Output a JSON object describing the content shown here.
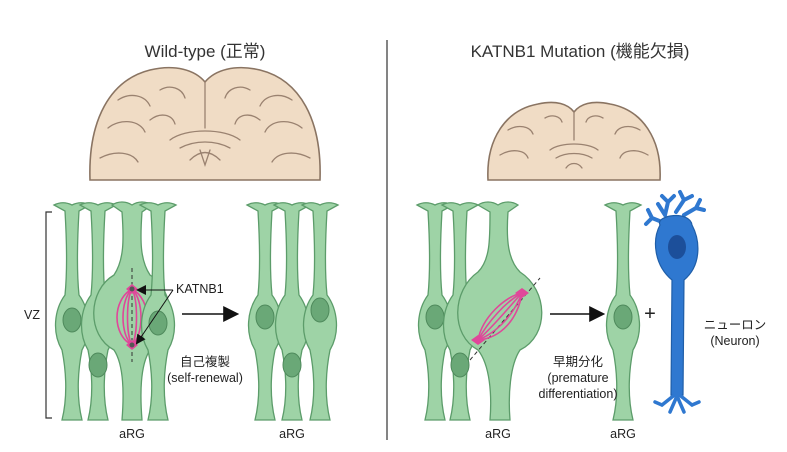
{
  "left_panel": {
    "title": "Wild-type (正常)",
    "vz_label": "VZ",
    "katnb1_label": "KATNB1",
    "self_renewal_jp": "自己複製",
    "self_renewal_en": "(self-renewal)",
    "arg_left": "aRG",
    "arg_right": "aRG"
  },
  "right_panel": {
    "title": "KATNB1 Mutation (機能欠損)",
    "premature_jp": "早期分化",
    "premature_en_1": "(premature",
    "premature_en_2": "differentiation)",
    "plus": "+",
    "neuron_jp": "ニューロン",
    "neuron_en": "(Neuron)",
    "arg_left": "aRG",
    "arg_right": "aRG"
  },
  "colors": {
    "cell_fill": "#9ed3a6",
    "cell_stroke": "#5c9c6a",
    "spindle": "#e0479a",
    "neuron": "#2f78d0",
    "brain_fill": "#f0dcc5"
  },
  "icons": [
    "brain-section",
    "radial-glia-cell",
    "mitotic-spindle",
    "arrow-right",
    "neuron"
  ]
}
